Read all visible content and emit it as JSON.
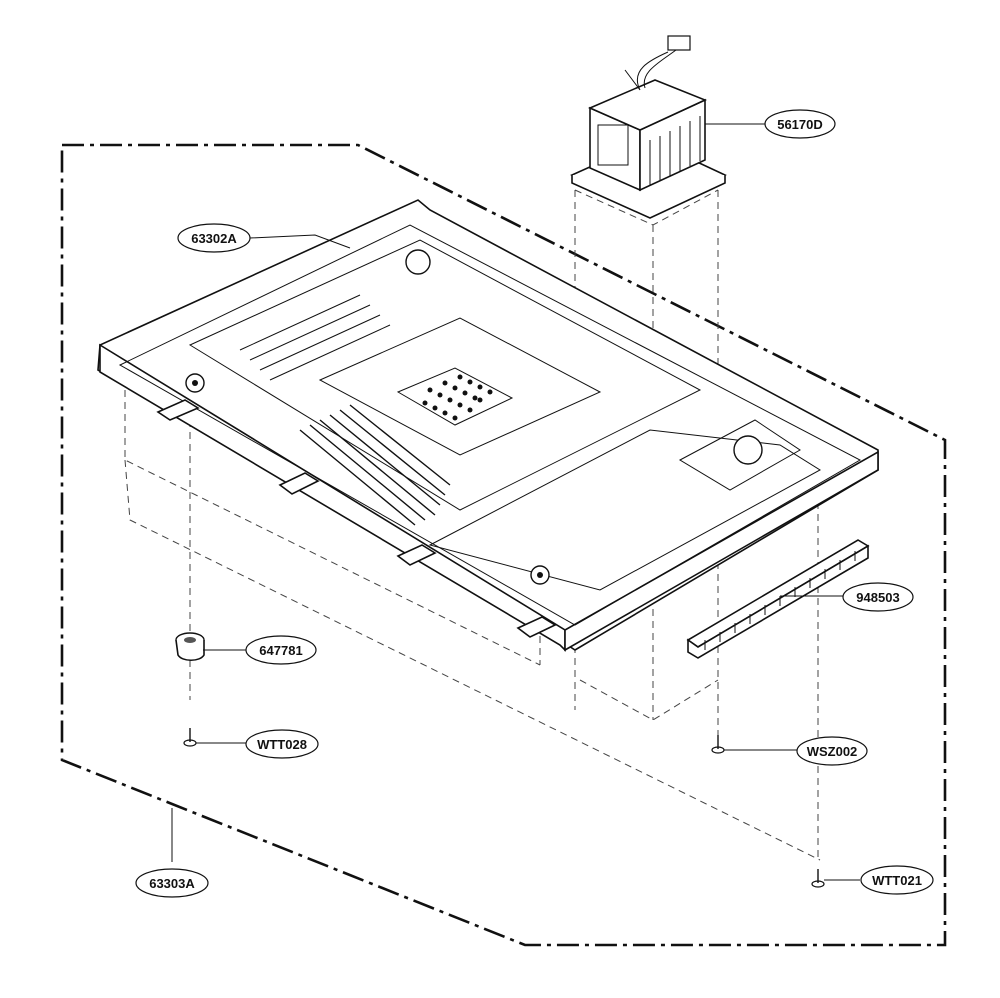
{
  "diagram": {
    "callouts": [
      {
        "id": "56170D",
        "label": "56170D"
      },
      {
        "id": "63302A",
        "label": "63302A"
      },
      {
        "id": "948503",
        "label": "948503"
      },
      {
        "id": "647781",
        "label": "647781"
      },
      {
        "id": "WTT028",
        "label": "WTT028"
      },
      {
        "id": "WSZ002",
        "label": "WSZ002"
      },
      {
        "id": "63303A",
        "label": "63303A"
      },
      {
        "id": "WTT021",
        "label": "WTT021"
      }
    ]
  }
}
